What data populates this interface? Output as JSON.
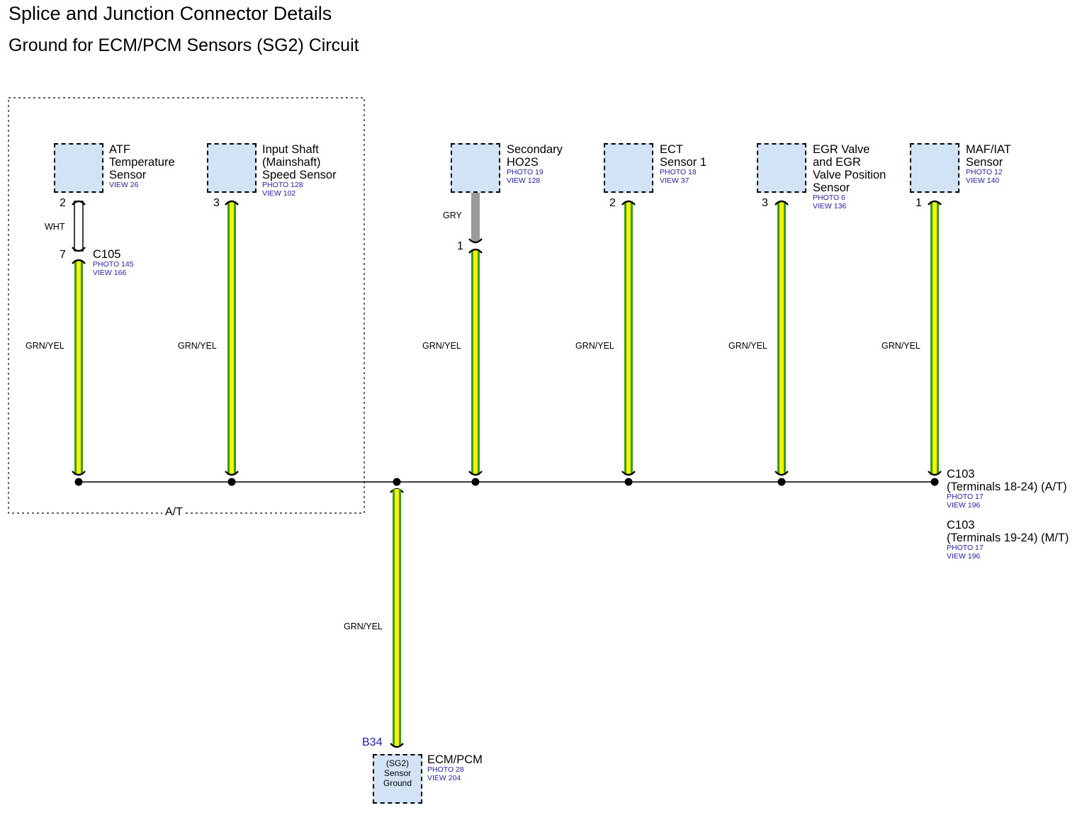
{
  "title": "Splice and Junction Connector Details",
  "subtitle": "Ground for ECM/PCM Sensors (SG2) Circuit",
  "region_label": "A/T",
  "components": [
    {
      "name_lines": [
        "ATF",
        "Temperature",
        "Sensor"
      ],
      "refs": [
        "VIEW 26"
      ],
      "pin": "2"
    },
    {
      "name_lines": [
        "Input Shaft",
        "(Mainshaft)",
        "Speed Sensor"
      ],
      "refs": [
        "PHOTO 128",
        "VIEW 102"
      ],
      "pin": "3"
    },
    {
      "name_lines": [
        "Secondary",
        "HO2S"
      ],
      "refs": [
        "PHOTO 19",
        "VIEW 128"
      ],
      "pin": ""
    },
    {
      "name_lines": [
        "ECT",
        "Sensor 1"
      ],
      "refs": [
        "PHOTO 18",
        "VIEW 37"
      ],
      "pin": "2"
    },
    {
      "name_lines": [
        "EGR Valve",
        "and EGR",
        "Valve Position",
        "Sensor"
      ],
      "refs": [
        "PHOTO 6",
        "VIEW 136"
      ],
      "pin": "3"
    },
    {
      "name_lines": [
        "MAF/IAT",
        "Sensor"
      ],
      "refs": [
        "PHOTO 12",
        "VIEW 140"
      ],
      "pin": "1"
    }
  ],
  "inline_connectors": {
    "c105": {
      "name": "C105",
      "refs": [
        "PHOTO 145",
        "VIEW 166"
      ],
      "pin": "7",
      "upper_wire": "WHT"
    },
    "ho2s": {
      "pin": "1",
      "upper_wire": "GRY"
    }
  },
  "wire_color_label": "GRN/YEL",
  "c103": [
    {
      "name": "C103",
      "detail": "(Terminals 18-24) (A/T)",
      "refs": [
        "PHOTO 17",
        "VIEW 196"
      ]
    },
    {
      "name": "C103",
      "detail": "(Terminals 19-24) (M/T)",
      "refs": [
        "PHOTO 17",
        "VIEW 196"
      ]
    }
  ],
  "ecm": {
    "pin": "B34",
    "box_lines": [
      "(SG2)",
      "Sensor",
      "Ground"
    ],
    "name": "ECM/PCM",
    "refs": [
      "PHOTO 28",
      "VIEW 204"
    ]
  },
  "colors": {
    "grn_yel_outer": "#3a9a1e",
    "grn_yel_inner": "#f4f400",
    "wht": "#ffffff",
    "gry": "#9a9a9a",
    "component_fill": "#d3e3f6",
    "ref_text": "#2323a0",
    "pin_text_blue": "#1a1aa8"
  }
}
